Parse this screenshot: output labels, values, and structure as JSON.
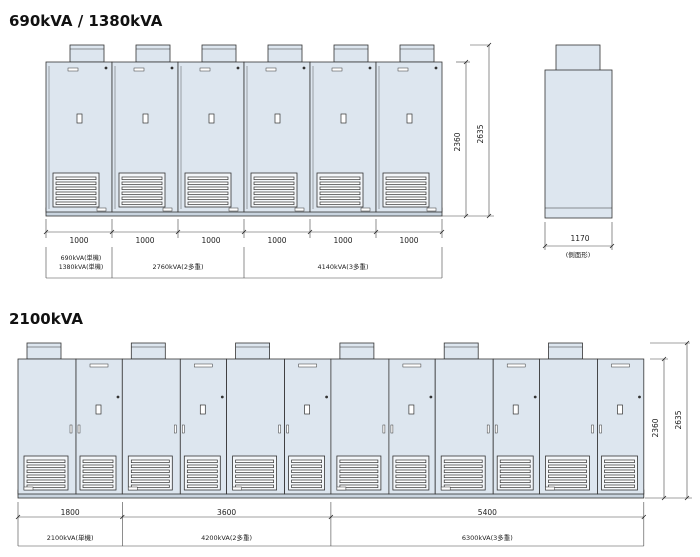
{
  "section1": {
    "heading": "690kVA / 1380kVA",
    "cabinet_widths": [
      "1000",
      "1000",
      "1000",
      "1000",
      "1000",
      "1000"
    ],
    "height_inner": "2360",
    "height_outer": "2635",
    "groups": [
      {
        "line1": "690kVA(単機)",
        "line2": "1380kVA(単機)"
      },
      {
        "line1": "2760kVA(2多重)"
      },
      {
        "line1": "4140kVA(3多重)"
      }
    ],
    "side_width": "1170",
    "side_caption": "(側面形)"
  },
  "section2": {
    "heading": "2100kVA",
    "widths": [
      "1800",
      "3600",
      "5400"
    ],
    "height_inner": "2360",
    "height_outer": "2635",
    "groups": [
      "2100kVA(単機)",
      "4200kVA(2多重)",
      "6300kVA(3多重)"
    ]
  },
  "colors": {
    "cabinet_fill": "#dde6ef",
    "outline": "#333333",
    "dim_line": "#444444"
  }
}
